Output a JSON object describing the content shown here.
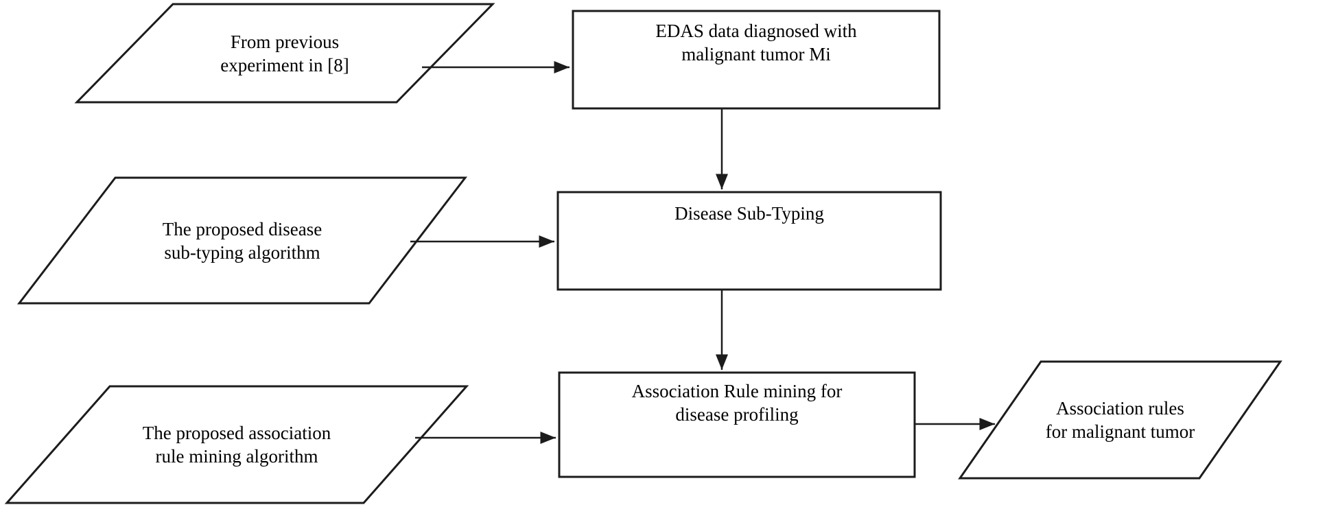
{
  "figure": {
    "background": "#ffffff",
    "stroke_color": "#1c1c1c",
    "text_color": "#000000",
    "nodes": {
      "prev_experiment": {
        "shape": "input-parallelogram",
        "line1": "From previous",
        "line2": "experiment in [8]"
      },
      "edas_data": {
        "shape": "process-rectangle",
        "line1": "EDAS data diagnosed with",
        "line2": "malignant tumor Mi"
      },
      "subtyping_algorithm": {
        "shape": "input-parallelogram",
        "line1": "The proposed disease",
        "line2": "sub-typing algorithm"
      },
      "disease_subtyping": {
        "shape": "process-rectangle",
        "line1": "Disease Sub-Typing"
      },
      "rule_mining_algorithm": {
        "shape": "input-parallelogram",
        "line1": "The proposed association",
        "line2": "rule mining algorithm"
      },
      "association_rule_mining": {
        "shape": "process-rectangle",
        "line1": "Association Rule mining for",
        "line2": "disease profiling"
      },
      "association_rules_output": {
        "shape": "output-parallelogram",
        "line1": "Association rules",
        "line2": "for malignant tumor"
      }
    },
    "edges": [
      {
        "from": "prev_experiment",
        "to": "edas_data"
      },
      {
        "from": "edas_data",
        "to": "disease_subtyping"
      },
      {
        "from": "subtyping_algorithm",
        "to": "disease_subtyping"
      },
      {
        "from": "disease_subtyping",
        "to": "association_rule_mining"
      },
      {
        "from": "rule_mining_algorithm",
        "to": "association_rule_mining"
      },
      {
        "from": "association_rule_mining",
        "to": "association_rules_output"
      }
    ]
  }
}
